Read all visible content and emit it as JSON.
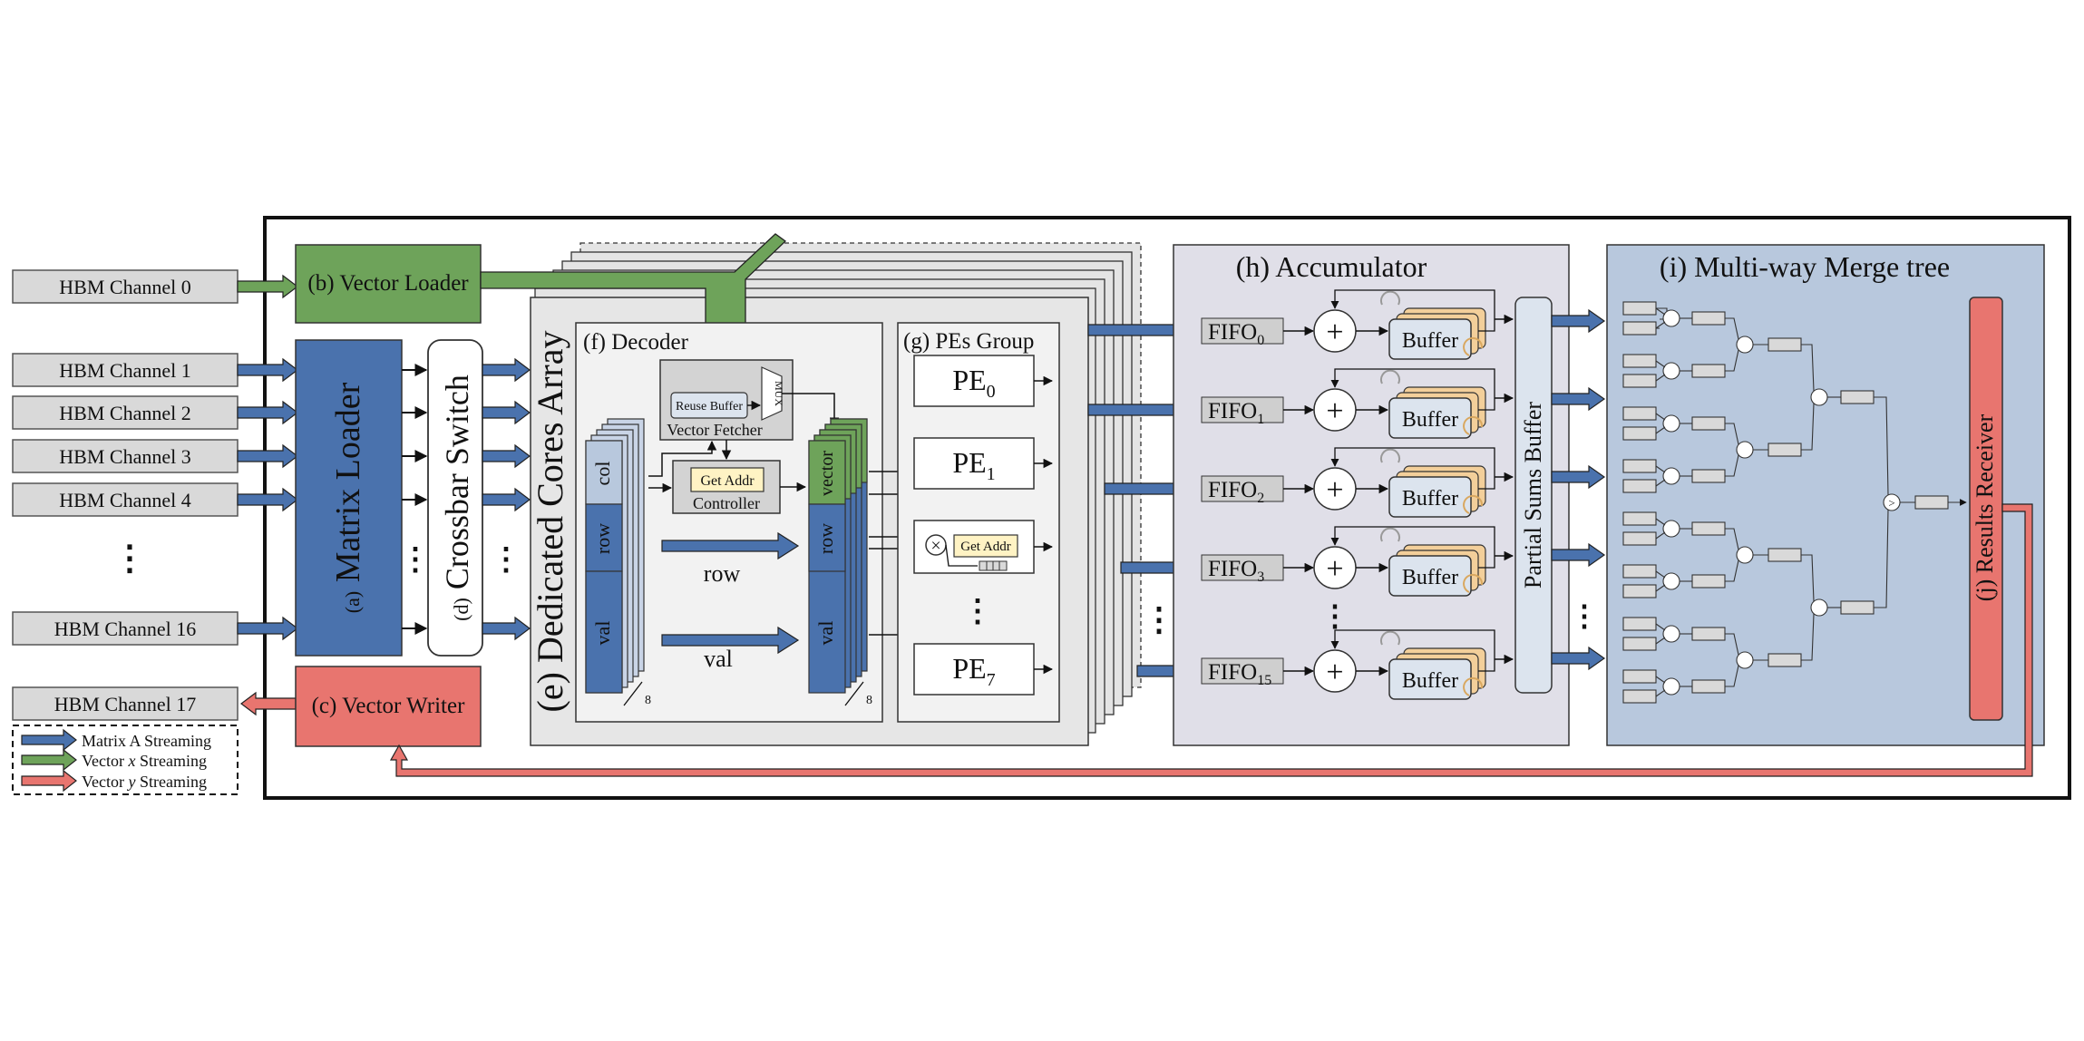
{
  "hbm_channels": [
    "HBM Channel 0",
    "HBM Channel 1",
    "HBM Channel 2",
    "HBM Channel 3",
    "HBM Channel 4",
    "HBM Channel 16",
    "HBM Channel 17"
  ],
  "ellipsis": "⋮",
  "legend": {
    "matrix": "Matrix A Streaming",
    "vector_x_prefix": "Vector",
    "vector_x_var": "x",
    "vector_x_suffix": "Streaming",
    "vector_y_prefix": "Vector",
    "vector_y_var": "y",
    "vector_y_suffix": "Streaming"
  },
  "blocks": {
    "vector_loader": "(b) Vector Loader",
    "matrix_loader_tag": "(a)",
    "matrix_loader": "Matrix Loader",
    "crossbar_tag": "(d)",
    "crossbar": "Crossbar Switch",
    "vector_writer": "(c) Vector Writer",
    "cores_array": "(e) Dedicated Cores Array",
    "decoder": "(f) Decoder",
    "reuse_buffer": "Reuse Buffer",
    "mux": "MUX",
    "vector_fetcher": "Vector Fetcher",
    "get_addr": "Get Addr",
    "controller": "Controller",
    "col": "col",
    "row": "row",
    "val": "val",
    "vector": "vector",
    "eight": "8",
    "row_arrow": "row",
    "val_arrow": "val",
    "pes_group": "(g) PEs Group",
    "pe_label": "PE",
    "pe_subs": [
      "0",
      "1",
      "7"
    ],
    "pe_get_addr": "Get Addr",
    "times": "×",
    "accumulator": "(h) Accumulator",
    "fifo_label": "FIFO",
    "fifo_subs": [
      "0",
      "1",
      "2",
      "3",
      "15"
    ],
    "plus": "+",
    "buffer": "Buffer",
    "partial_sums": "Partial Sums Buffer",
    "merge_tree": "(i) Multi-way Merge tree",
    "cmp": ">",
    "results_receiver": "(j) Results Receiver"
  },
  "colors": {
    "matrix_stream": "#4a72ad",
    "vector_x_stream": "#6ea35a",
    "vector_y_stream": "#e8756f",
    "vector_loader": "#6ea35a",
    "matrix_loader": "#4a72ad",
    "vector_writer": "#e8756f",
    "accumulator_bg": "#e0dfe8",
    "merge_tree_bg": "#b8c8dd",
    "results_receiver": "#e8756f",
    "buffer_fill": "#dce4ee",
    "buffer_shadow": "#f3cf9a"
  }
}
